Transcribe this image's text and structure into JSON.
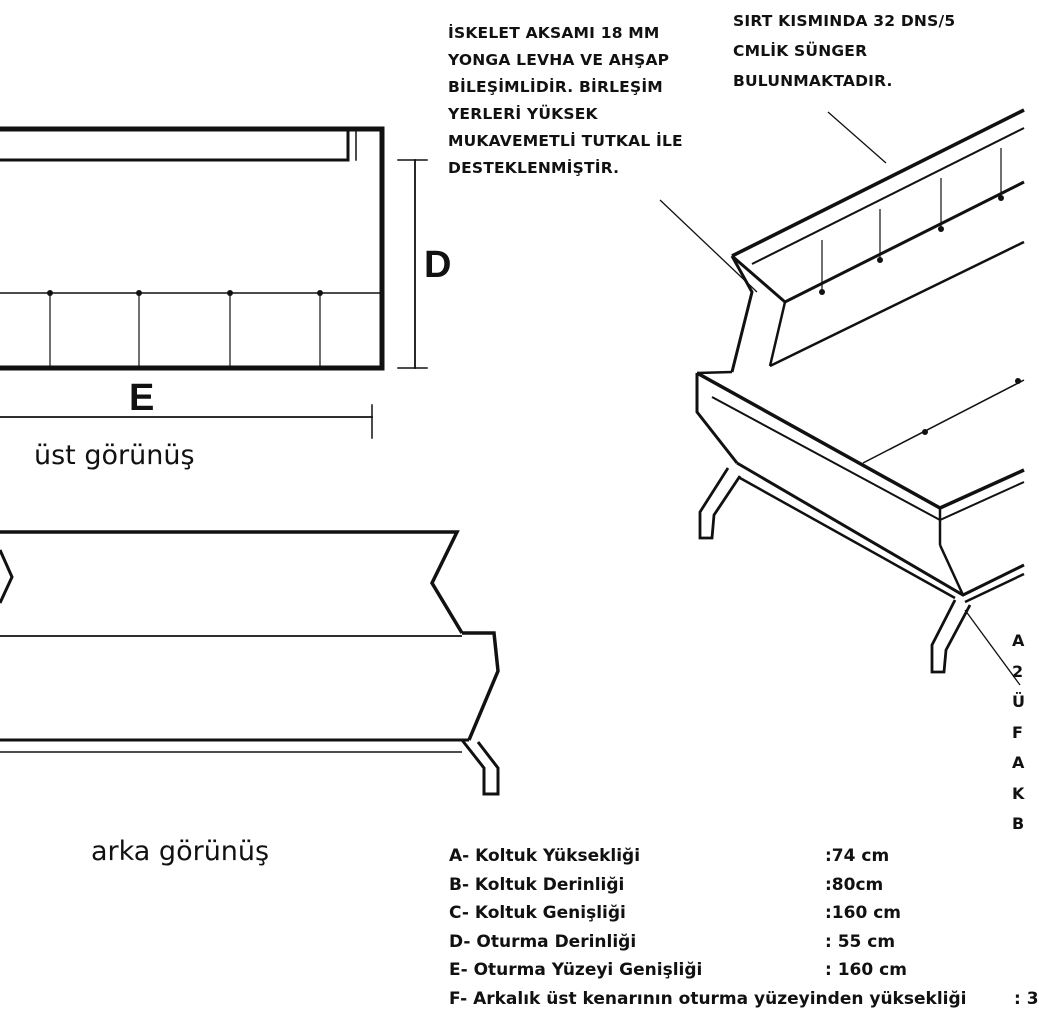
{
  "notes": {
    "skeleton": [
      "İSKELET AKSAMI 18 MM",
      "YONGA LEVHA VE AHŞAP",
      "BİLEŞİMLİDİR. BİRLEŞİM",
      "YERLERİ YÜKSEK",
      "MUKAVEMETLİ TUTKAL İLE",
      "DESTEKLENMİŞTİR."
    ],
    "back_foam": [
      "SIRT KISMINDA 32 DNS/5",
      "CMLİK SÜNGER",
      "BULUNMAKTADIR."
    ],
    "edge_fragment": [
      "A",
      "2",
      "Ü",
      "F",
      "A",
      "K",
      "B"
    ]
  },
  "views": {
    "top_view_label": "üst görünüş",
    "back_view_label": "arka görünüş"
  },
  "dimension_letters": {
    "depth": "D",
    "width": "E"
  },
  "specs": [
    {
      "label": "A- Koltuk Yüksekliği",
      "value": ":74 cm"
    },
    {
      "label": "B- Koltuk Derinliği",
      "value": ":80cm"
    },
    {
      "label": "C- Koltuk Genişliği",
      "value": ":160 cm"
    },
    {
      "label": "D- Oturma Derinliği",
      "value": ": 55 cm"
    },
    {
      "label": "E- Oturma Yüzeyi Genişliği",
      "value": ":  160 cm"
    },
    {
      "label": "F- Arkalık üst kenarının oturma yüzeyinden yüksekliği",
      "value": ": 3"
    }
  ],
  "colors": {
    "line": "#111111",
    "background": "#ffffff"
  }
}
